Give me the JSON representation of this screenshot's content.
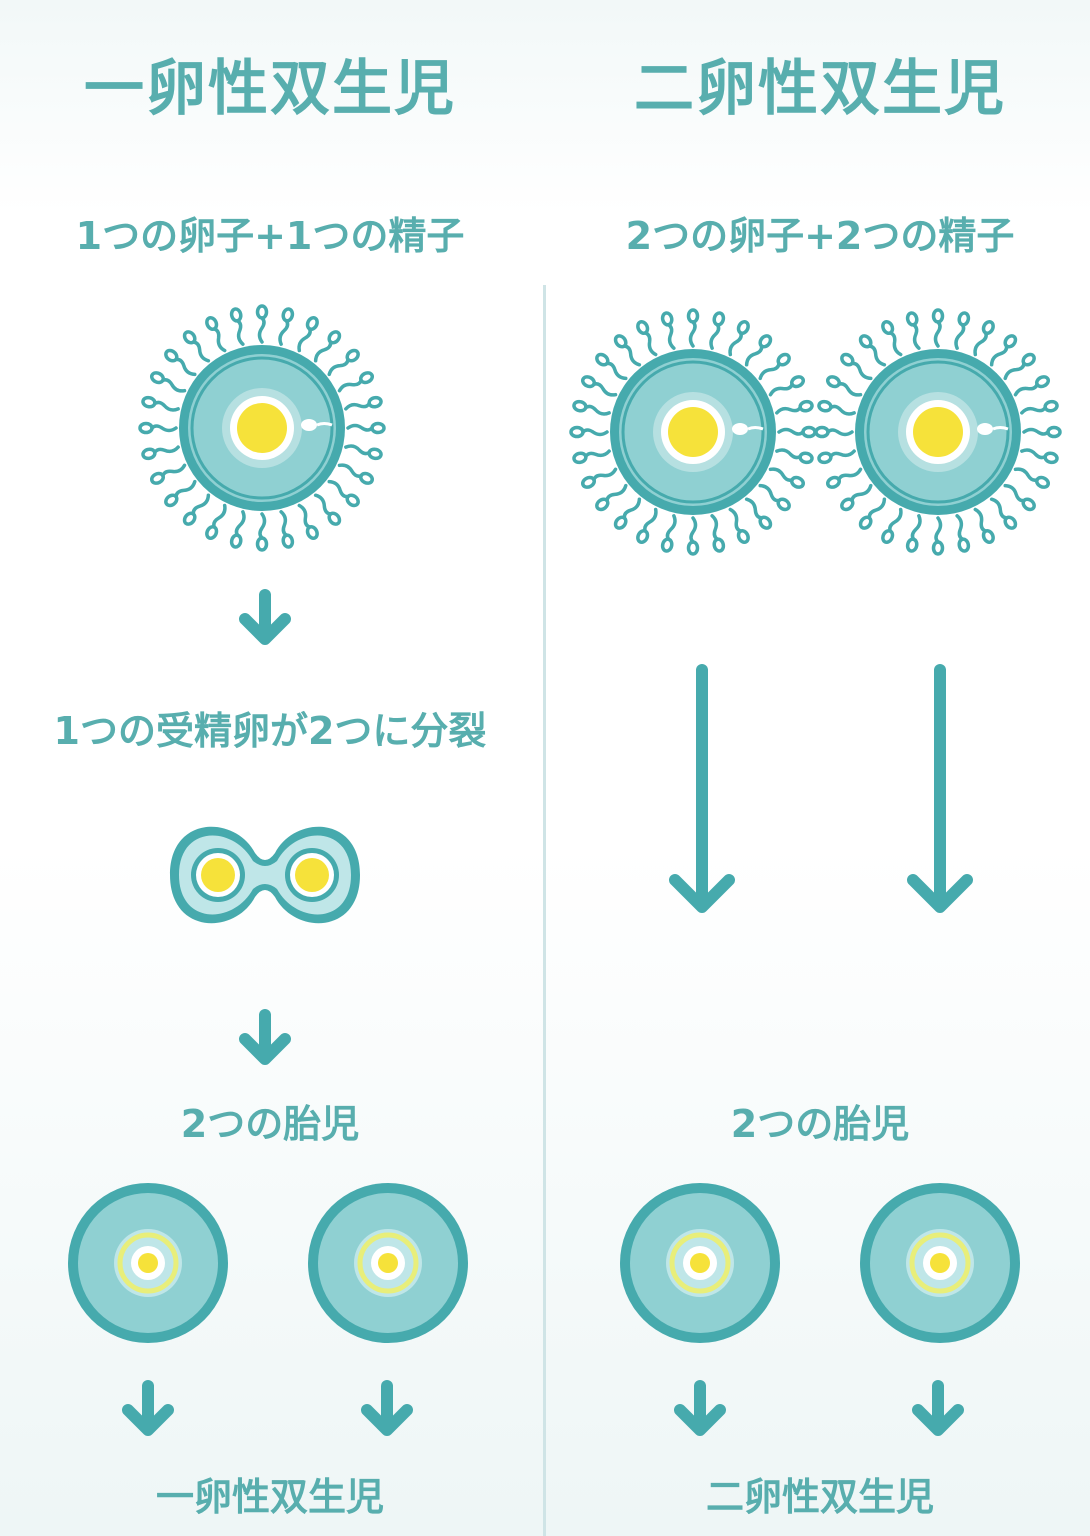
{
  "left": {
    "title": "一卵性双生児",
    "origin": "1つの卵子+1つの精子",
    "division": "1つの受精卵が2つに分裂",
    "fetuses": "2つの胎児",
    "result": "一卵性双生児"
  },
  "right": {
    "title": "二卵性双生児",
    "origin": "2つの卵子+2つの精子",
    "fetuses": "2つの胎児",
    "result": "二卵性双生児"
  },
  "colors": {
    "teal": "#46aaad",
    "teal_light": "#8fd0d2",
    "teal_pale": "#bfe6e8",
    "yolk": "#f6e23a",
    "yolk_ring": "#e8ee7a",
    "divider": "#cfe4e6"
  }
}
